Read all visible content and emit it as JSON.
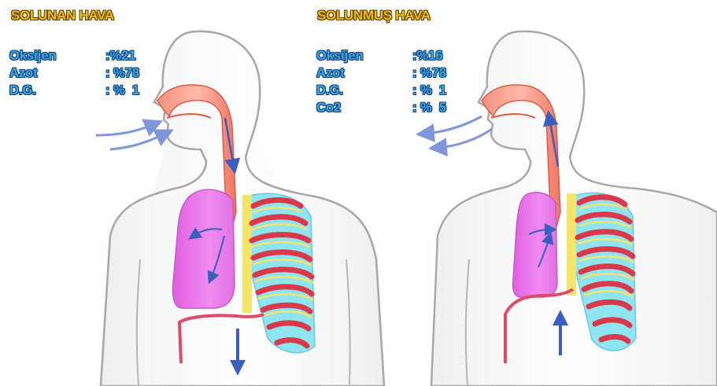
{
  "inhaled": {
    "title": "SOLUNAN HAVA",
    "rows": [
      {
        "name": "Oksijen",
        "value": ":%21"
      },
      {
        "name": "Azot",
        "value": ": %78"
      },
      {
        "name": "D.G.",
        "value": ": %  1"
      }
    ]
  },
  "exhaled": {
    "title": "SOLUNMUŞ HAVA",
    "rows": [
      {
        "name": "Oksijen",
        "value": ":%16"
      },
      {
        "name": "Azot",
        "value": ": %78"
      },
      {
        "name": "D.G.",
        "value": ": %  1"
      },
      {
        "name": "Co2",
        "value": ": %  5"
      }
    ]
  },
  "colors": {
    "body_outline": "#a8a8a8",
    "body_fill": "#f7f8f8",
    "airway": "#f06e5c",
    "lung": "#e77ae6",
    "rib_red": "#d93a4a",
    "rib_yellow": "#f2e56a",
    "rib_cyan": "#8fe4f2",
    "diaphragm": "#e04a6a",
    "arrow_blue": "#3a5fbf",
    "air_flow": "#7f97d8",
    "title_yellow": "#f6c000",
    "text_blue": "#41a9e8"
  },
  "icons": [
    "air-flow-in-arrows",
    "air-flow-out-arrows",
    "diaphragm-down-arrow",
    "diaphragm-up-arrow"
  ]
}
